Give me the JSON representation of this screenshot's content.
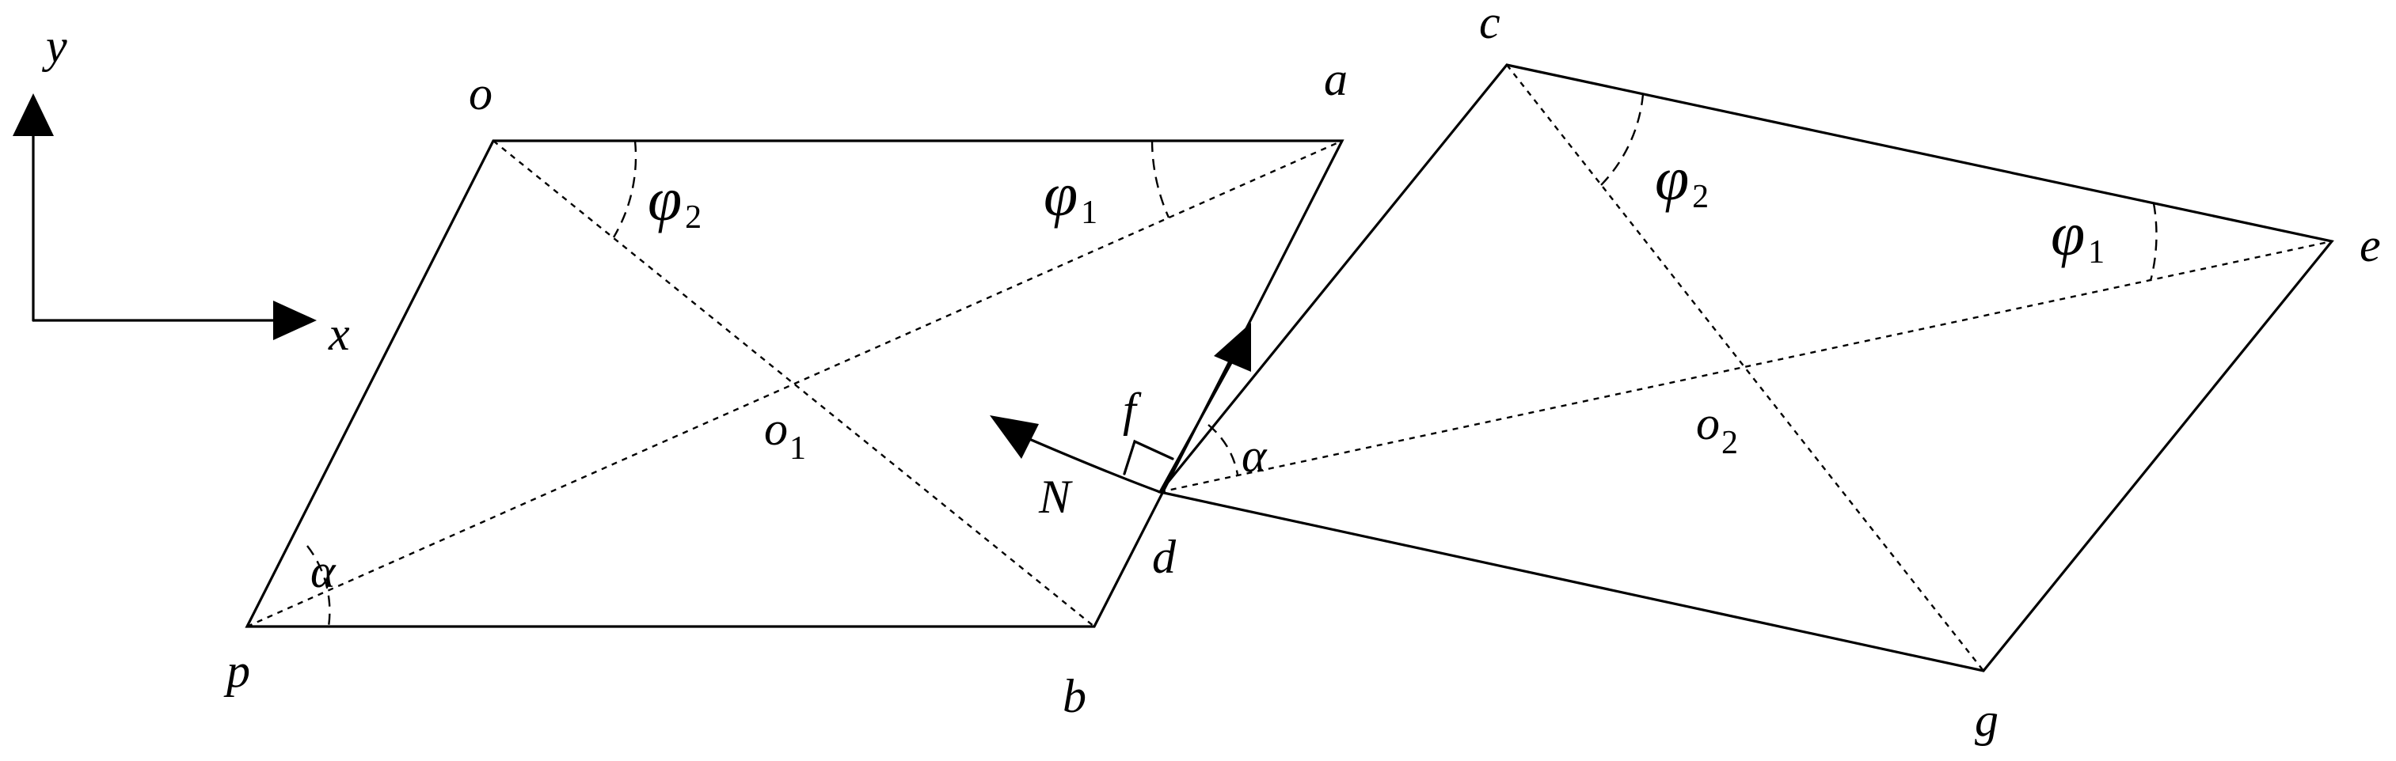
{
  "axes": {
    "x": "x",
    "y": "y"
  },
  "points": {
    "o": "o",
    "a": "a",
    "b": "b",
    "p": "p",
    "c": "c",
    "e": "e",
    "g": "g",
    "d": "d"
  },
  "centers": {
    "o1_letter": "o",
    "o1_sub": "1",
    "o2_letter": "o",
    "o2_sub": "2"
  },
  "angles": {
    "phi": "φ",
    "phi1_sub": "1",
    "phi2_sub": "2",
    "alpha": "α"
  },
  "forces": {
    "friction": "f",
    "normal": "N"
  }
}
